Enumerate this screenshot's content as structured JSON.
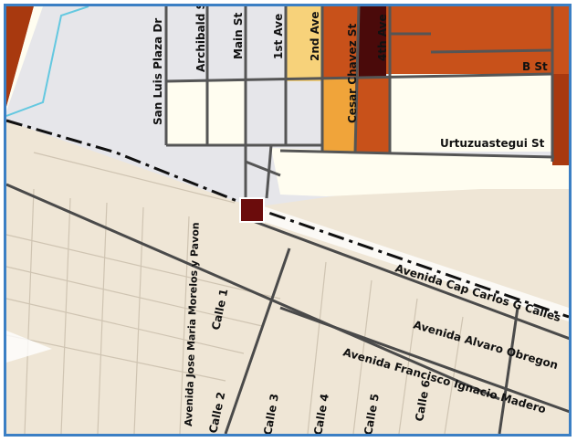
{
  "map": {
    "colors": {
      "border": "#3b7fc4",
      "mx_land": "#efe6d6",
      "us_gray": "#e6e6ea",
      "us_cream": "#fffdf0",
      "tract_light_orange": "#f7d27a",
      "tract_orange": "#f0a43a",
      "tract_dark_orange": "#c8511a",
      "tract_brown": "#a8390f",
      "tract_darkest": "#4a0a0a",
      "port_marker": "#6b0c0c",
      "border_line": "#111111",
      "river": "#64c8e0"
    },
    "us_street_labels": {
      "san_luis_plaza": "San Luis Plaza Dr",
      "archibald": "Archibald St",
      "main": "Main St",
      "first_ave": "1st Ave",
      "second_ave": "2nd Ave",
      "cesar_chavez": "Cesar Chavez St",
      "fourth_ave": "4th Ave",
      "b_st": "B St",
      "urtuzuastegui": "Urtuzuastegui St"
    },
    "mx_street_labels": {
      "carlos_calles": "Avenida Cap Carlos G Calles",
      "alvaro_obregon": "Avenida Alvaro Obregon",
      "francisco_madero": "Avenida Francisco Ignacio Madero",
      "morelos_pavon": "Avenida Jose Maria Morelos y Pavon",
      "calle1": "Calle 1",
      "calle2": "Calle 2",
      "calle3": "Calle 3",
      "calle4": "Calle 4",
      "calle5": "Calle 5",
      "calle6": "Calle 6"
    }
  }
}
